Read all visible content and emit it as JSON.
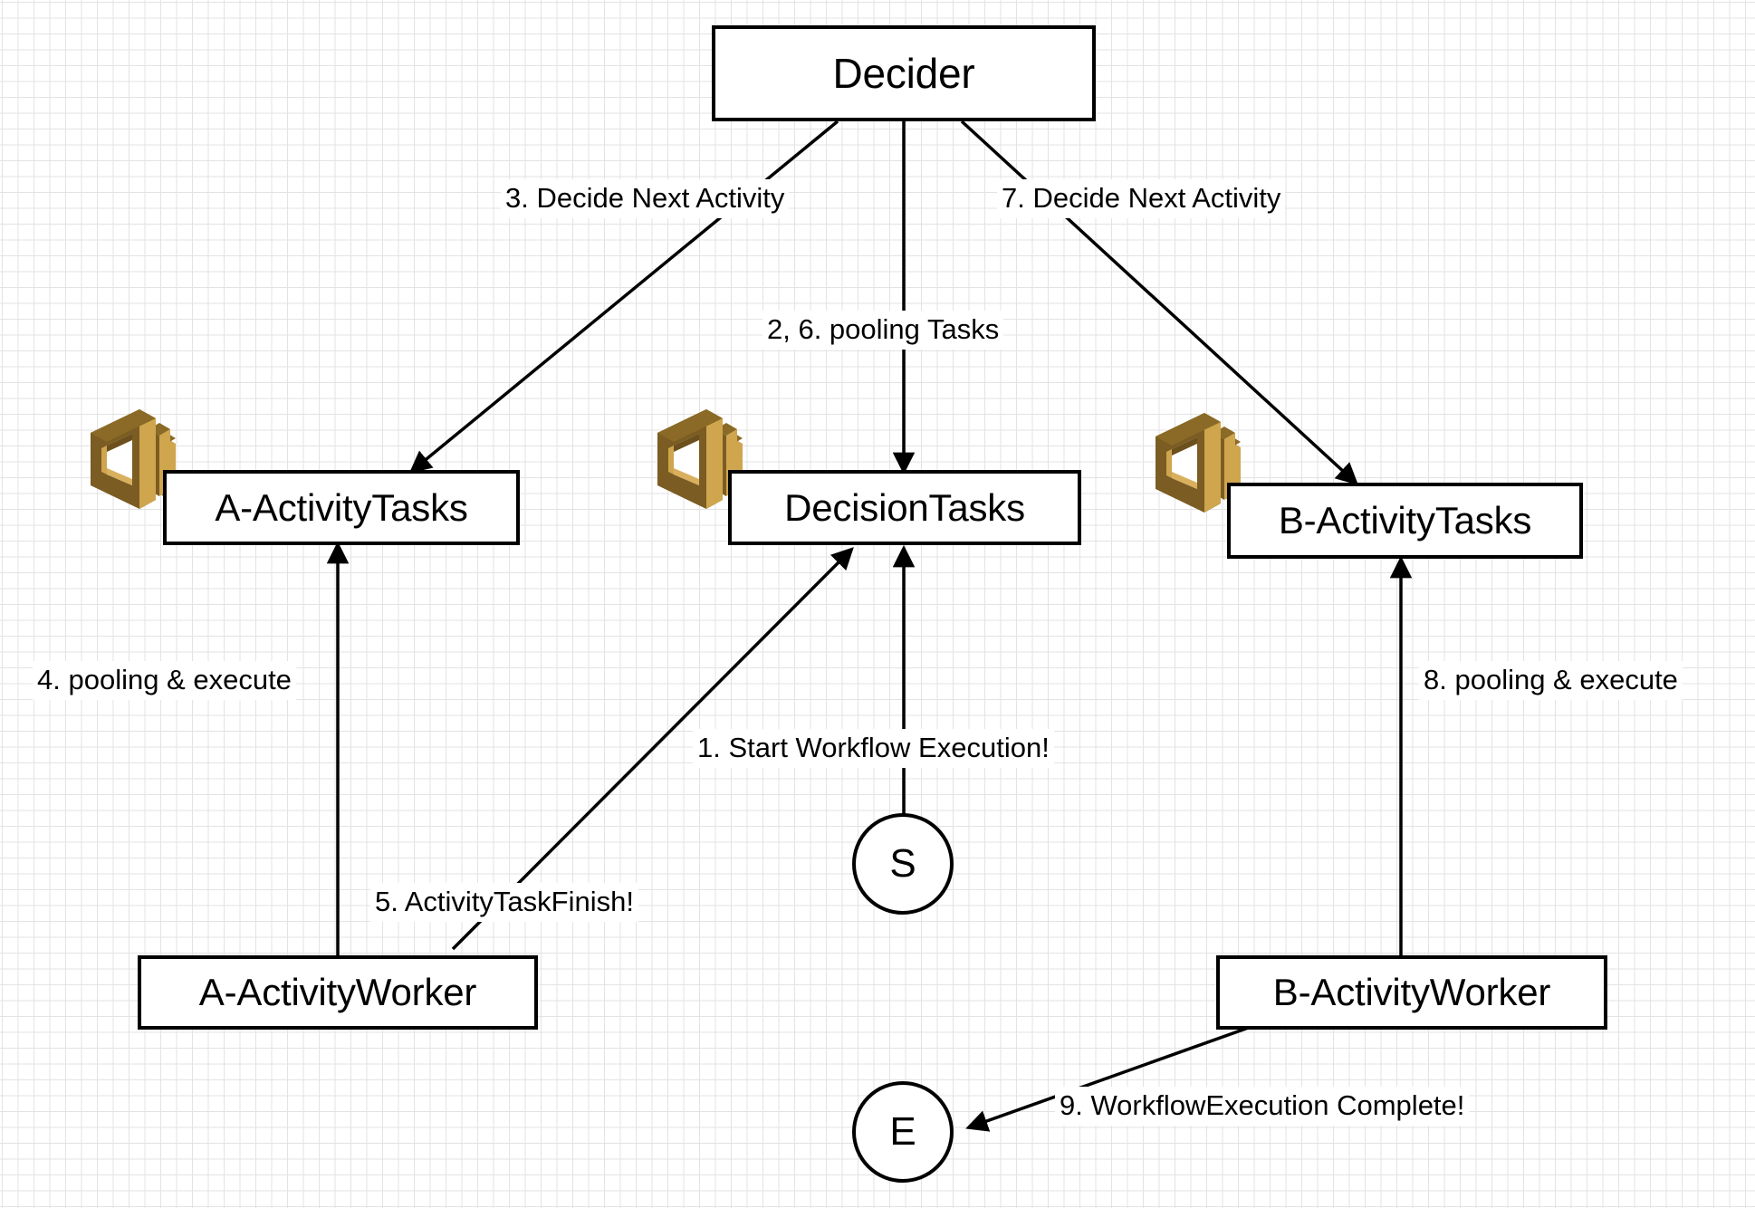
{
  "diagram": {
    "title": "AWS SWF Workflow Sequence",
    "background": "#ffffff",
    "grid_color": "#e3e3e3",
    "stroke_color": "#000000",
    "icon_colors": {
      "dark": "#7b5c22",
      "mid": "#8a6a26",
      "light": "#cfa54e",
      "highlight": "#d9b05e"
    }
  },
  "nodes": {
    "decider": {
      "label": "Decider"
    },
    "a_activity_tasks": {
      "label": "A-ActivityTasks"
    },
    "decision_tasks": {
      "label": "DecisionTasks"
    },
    "b_activity_tasks": {
      "label": "B-ActivityTasks"
    },
    "a_activity_worker": {
      "label": "A-ActivityWorker"
    },
    "b_activity_worker": {
      "label": "B-ActivityWorker"
    },
    "start": {
      "label": "S"
    },
    "end": {
      "label": "E"
    }
  },
  "edge_labels": {
    "step3": "3. Decide Next Activity",
    "step7": "7. Decide Next Activity",
    "step26": "2, 6. pooling Tasks",
    "step4": "4. pooling & execute",
    "step8": "8. pooling & execute",
    "step1": "1. Start Workflow Execution!",
    "step5": "5. ActivityTaskFinish!",
    "step9": "9. WorkflowExecution Complete!"
  },
  "icons": {
    "queue_a": "aws-sqs-queue-icon",
    "queue_decision": "aws-sqs-queue-icon",
    "queue_b": "aws-sqs-queue-icon"
  }
}
